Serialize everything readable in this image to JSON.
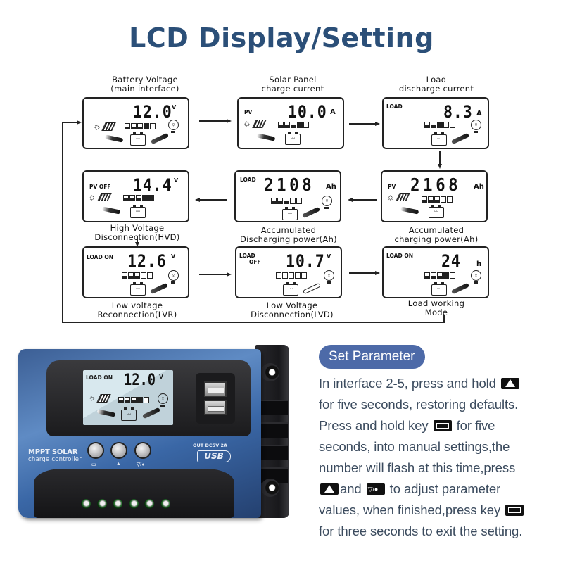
{
  "title": "LCD Display/Setting",
  "flow": {
    "screens": [
      {
        "id": 1,
        "caption": [
          "Battery Voltage",
          "(main interface)"
        ],
        "tag": "",
        "value": "12.0",
        "unit": "V",
        "icons": [
          "sun",
          "solar-panel",
          "battery-bars",
          "battery",
          "bulb"
        ]
      },
      {
        "id": 2,
        "caption": [
          "Solar Panel",
          "charge current"
        ],
        "tag": "PV",
        "value": "10.0",
        "unit": "A",
        "icons": [
          "sun",
          "solar-panel",
          "battery-bars",
          "battery"
        ]
      },
      {
        "id": 3,
        "caption": [
          "Load",
          "discharge current"
        ],
        "tag": "LOAD",
        "value": "8.3",
        "unit": "A",
        "icons": [
          "battery-bars",
          "battery",
          "bulb"
        ]
      },
      {
        "id": 4,
        "caption": [
          "Accumulated",
          "charging power(Ah)"
        ],
        "tag": "PV",
        "value": "2168",
        "unit": "Ah",
        "icons": [
          "sun",
          "solar-panel",
          "battery-bars",
          "battery"
        ]
      },
      {
        "id": 5,
        "caption": [
          "Accumulated",
          "Discharging power(Ah)"
        ],
        "tag": "LOAD",
        "value": "2108",
        "unit": "Ah",
        "icons": [
          "battery-bars",
          "battery",
          "bulb"
        ]
      },
      {
        "id": 6,
        "caption": [
          "High Voltage",
          "Disconnection(HVD)"
        ],
        "tag": "PV OFF",
        "value": "14.4",
        "unit": "V",
        "icons": [
          "sun",
          "solar-panel",
          "battery-bars",
          "battery"
        ]
      },
      {
        "id": 7,
        "caption": [
          "Low voltage",
          "Reconnection(LVR)"
        ],
        "tag": "LOAD ON",
        "value": "12.6",
        "unit": "V",
        "icons": [
          "battery-bars",
          "battery",
          "bulb"
        ]
      },
      {
        "id": 8,
        "caption": [
          "Low Voltage",
          "Disconnection(LVD)"
        ],
        "tag": "LOAD OFF",
        "value": "10.7",
        "unit": "V",
        "icons": [
          "battery-bars",
          "battery",
          "bulb"
        ]
      },
      {
        "id": 9,
        "caption": [
          "Load working",
          "Mode"
        ],
        "tag": "LOAD ON",
        "value": "24",
        "unit": "h",
        "icons": [
          "battery-bars",
          "battery",
          "bulb"
        ]
      }
    ],
    "edges": [
      [
        1,
        2
      ],
      [
        2,
        3
      ],
      [
        3,
        4
      ],
      [
        4,
        5
      ],
      [
        5,
        6
      ],
      [
        6,
        7
      ],
      [
        7,
        8
      ],
      [
        8,
        9
      ],
      [
        9,
        1
      ]
    ]
  },
  "device": {
    "lcd": {
      "tag": "LOAD ON",
      "value": "12.0",
      "unit": "V"
    },
    "brand_line1": "MPPT SOLAR",
    "brand_line2": "charge controller",
    "buttons": [
      {
        "name": "set",
        "label": "▭"
      },
      {
        "name": "up",
        "label": "▲"
      },
      {
        "name": "down",
        "label": "▽/●"
      }
    ],
    "usb_label": "OUT DC5V 2A",
    "usb_logo": "USB"
  },
  "set_parameter": {
    "heading": "Set Parameter",
    "segments": [
      {
        "text": "In interface 2-5, press and hold "
      },
      {
        "key": "up"
      },
      {
        "text": " for five seconds, restoring defaults. Press and hold key "
      },
      {
        "key": "set"
      },
      {
        "text": " for five seconds, into manual settings,the number will flash at this time,press "
      },
      {
        "key": "up"
      },
      {
        "text": "and "
      },
      {
        "key": "down"
      },
      {
        "text": " to adjust parameter values, when finished,press key "
      },
      {
        "key": "set"
      },
      {
        "text": " for three seconds to exit the setting."
      }
    ],
    "text_lines": [
      "In interface 2-5, press and hold",
      "for five seconds, restoring defaults.",
      "Press and hold key",
      "for five",
      "seconds, into manual settings,the",
      "number will flash at this time,press",
      "and",
      "to adjust parameter",
      "values, when finished,press key",
      "for three seconds to exit the setting."
    ]
  }
}
